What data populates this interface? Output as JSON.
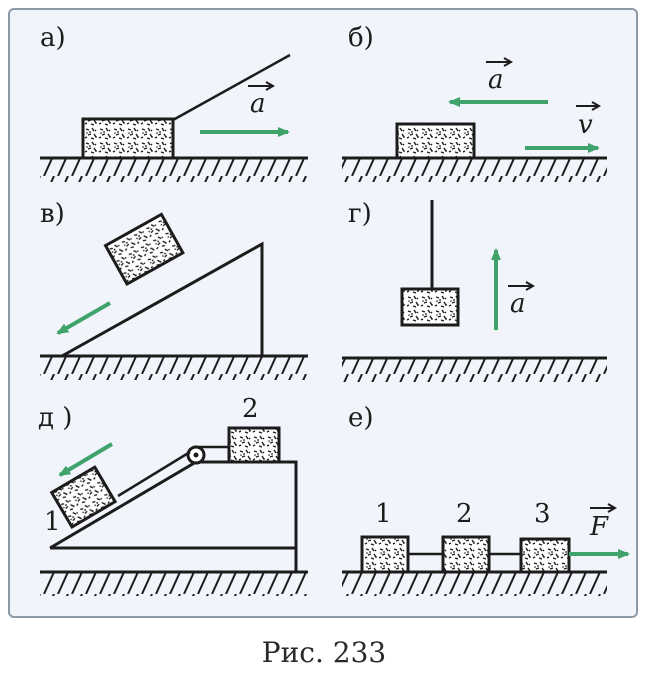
{
  "panels": {
    "a": {
      "label": "а)",
      "vector": "a"
    },
    "b": {
      "label": "б)",
      "vector_a": "a",
      "vector_v": "v"
    },
    "v": {
      "label": "в)"
    },
    "g": {
      "label": "г)",
      "vector": "a"
    },
    "d": {
      "label": "д )",
      "block1": "1",
      "block2": "2"
    },
    "e": {
      "label": "е)",
      "block1": "1",
      "block2": "2",
      "block3": "3",
      "force": "F"
    }
  },
  "caption": "Рис. 233",
  "colors": {
    "arrow": "#3fa36b",
    "line": "#1c1c1c",
    "frame_bg": "#f2f4fb",
    "border": "#8c99a6"
  }
}
